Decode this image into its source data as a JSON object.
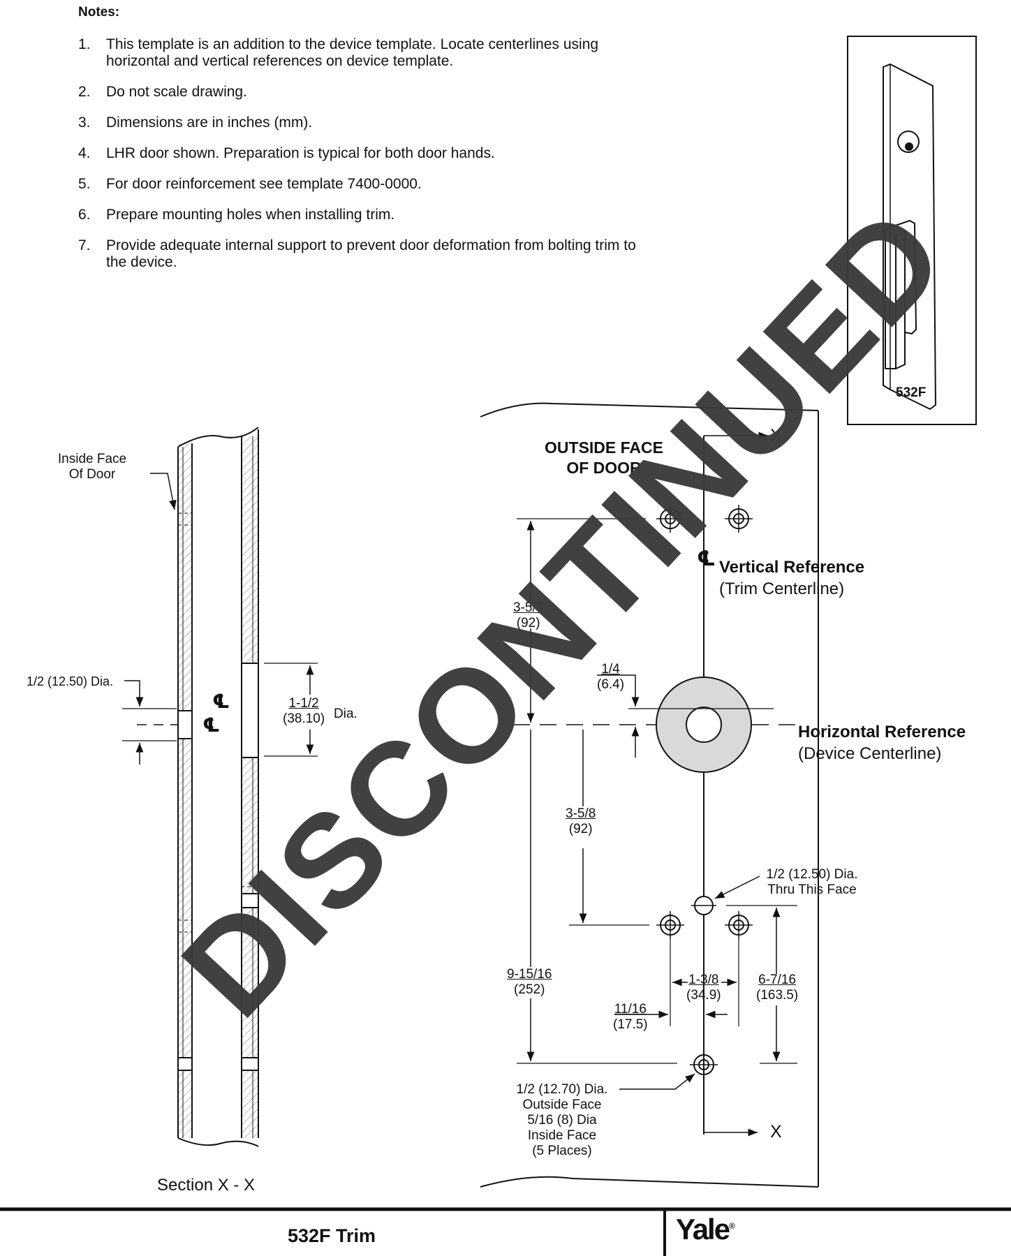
{
  "notes": {
    "title": "Notes:",
    "items": [
      {
        "num": "1.",
        "text": "This template is an addition to the device template.  Locate centerlines using horizontal and vertical references on device template."
      },
      {
        "num": "2.",
        "text": "Do not scale drawing."
      },
      {
        "num": "3.",
        "text": "Dimensions are in inches (mm)."
      },
      {
        "num": "4.",
        "text": "LHR door shown. Preparation is typical for both door hands."
      },
      {
        "num": "5.",
        "text": "For door reinforcement see template 7400-0000."
      },
      {
        "num": "6.",
        "text": "Prepare mounting holes when installing trim."
      },
      {
        "num": "7.",
        "text": "Provide adequate internal support to prevent door deformation from bolting trim to the device."
      }
    ]
  },
  "product": {
    "label": "532F"
  },
  "section": {
    "inside_face": "Inside Face\nOf Door",
    "hole_dia": "1/2 (12.50) Dia.",
    "cl_symbol": "℄",
    "dim_top": "1-1/2",
    "dim_bottom": "(38.10)",
    "dim_suffix": "Dia.",
    "caption": "Section X - X"
  },
  "outside": {
    "face_label": "OUTSIDE FACE\nOF DOOR",
    "x_mark": "X",
    "vertical_ref_title": "Vertical Reference",
    "vertical_ref_sub": "(Trim Centerline)",
    "horizontal_ref_title": "Horizontal Reference",
    "horizontal_ref_sub": "(Device Centerline)",
    "dim_upper": {
      "top": "3-5/8",
      "bottom": "(92)"
    },
    "dim_quarter": {
      "top": "1/4",
      "bottom": "(6.4)"
    },
    "dim_lower": {
      "top": "3-5/8",
      "bottom": "(92)"
    },
    "dim_total": {
      "top": "9-15/16",
      "bottom": "(252)"
    },
    "dim_spacing": {
      "top": "1-3/8",
      "bottom": "(34.9)"
    },
    "dim_offset": {
      "top": "11/16",
      "bottom": "(17.5)"
    },
    "dim_right": {
      "top": "6-7/16",
      "bottom": "(163.5)"
    },
    "thru_note": "1/2 (12.50) Dia.\nThru This Face",
    "bottom_note": "1/2 (12.70) Dia.\nOutside Face\n5/16 (8) Dia\nInside Face\n(5 Places)"
  },
  "watermark": "DISCONTINUED",
  "footer": {
    "title": "532F Trim",
    "logo": "Yale",
    "logo_mark": "®"
  },
  "colors": {
    "line": "#111111",
    "watermark": "#3a3a3a",
    "rose_fill": "#d9d9d9"
  }
}
